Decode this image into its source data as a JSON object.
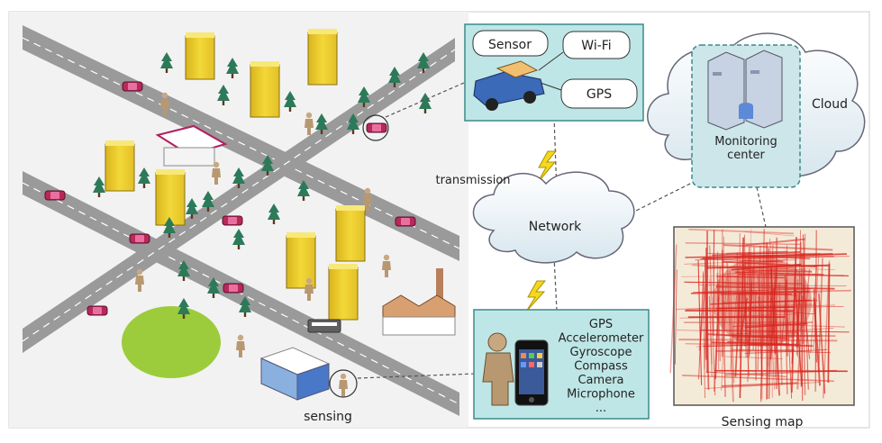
{
  "labels": {
    "sensor": "Sensor",
    "wifi": "Wi-Fi",
    "gps": "GPS",
    "monitoring_line1": "Monitoring",
    "monitoring_line2": "center",
    "cloud": "Cloud",
    "transmission": "transmission",
    "network": "Network",
    "sensing": "sensing",
    "sensing_map": "Sensing map"
  },
  "phone_sensors": [
    "GPS",
    "Accelerometer",
    "Gyroscope",
    "Compass",
    "Camera",
    "Microphone",
    "..."
  ],
  "colors": {
    "panel_fill": "#bfe6e6",
    "panel_stroke": "#3a8a8a",
    "cloud_fill": "#e6f0f6",
    "road": "#9a9a9a",
    "building": "#f0d23a",
    "tree": "#2d7a5a",
    "lawn": "#9ccc3c",
    "heat": "#d8241e"
  }
}
